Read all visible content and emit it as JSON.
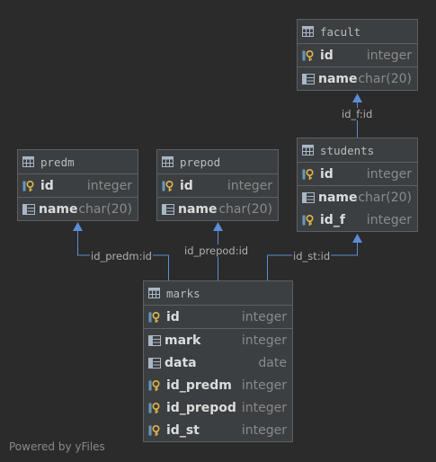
{
  "tables": {
    "facult": {
      "name": "facult",
      "columns": [
        {
          "name": "id",
          "type": "integer",
          "key": "pk"
        },
        {
          "name": "name",
          "type": "char(20)",
          "key": "none"
        }
      ]
    },
    "predm": {
      "name": "predm",
      "columns": [
        {
          "name": "id",
          "type": "integer",
          "key": "pk"
        },
        {
          "name": "name",
          "type": "char(20)",
          "key": "none"
        }
      ]
    },
    "prepod": {
      "name": "prepod",
      "columns": [
        {
          "name": "id",
          "type": "integer",
          "key": "pk"
        },
        {
          "name": "name",
          "type": "char(20)",
          "key": "none"
        }
      ]
    },
    "students": {
      "name": "students",
      "columns": [
        {
          "name": "id",
          "type": "integer",
          "key": "pk"
        },
        {
          "name": "name",
          "type": "char(20)",
          "key": "none"
        },
        {
          "name": "id_f",
          "type": "integer",
          "key": "fk"
        }
      ]
    },
    "marks": {
      "name": "marks",
      "columns": [
        {
          "name": "id",
          "type": "integer",
          "key": "pk"
        },
        {
          "name": "mark",
          "type": "integer",
          "key": "none"
        },
        {
          "name": "data",
          "type": "date",
          "key": "none"
        },
        {
          "name": "id_predm",
          "type": "integer",
          "key": "fk"
        },
        {
          "name": "id_prepod",
          "type": "integer",
          "key": "fk"
        },
        {
          "name": "id_st",
          "type": "integer",
          "key": "fk"
        }
      ]
    }
  },
  "relations": {
    "students_facult": "id_f:id",
    "marks_predm": "id_predm:id",
    "marks_prepod": "id_prepod:id",
    "marks_students": "id_st:id"
  },
  "footer": "Powered by yFiles",
  "colors": {
    "background": "#2b2b2b",
    "table": "#3c3f41",
    "border": "#5d6063",
    "edge": "#5b8dd6",
    "key": "#e2b646"
  },
  "icons": {
    "table": "table-icon",
    "primary_key": "primary-key-icon",
    "foreign_key": "foreign-key-icon",
    "column": "column-icon"
  }
}
